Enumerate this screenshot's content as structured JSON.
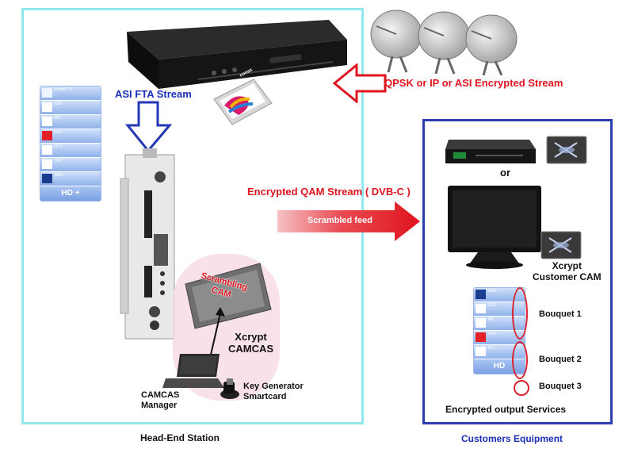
{
  "labels": {
    "asi_fta": "ASI FTA Stream",
    "qpsk": "QPSK or IP or ASI Encrypted Stream",
    "encrypted_qam": "Encrypted QAM Stream ( DVB-C )",
    "scrambled_feed": "Scrambled feed",
    "or": "or",
    "scrambling_cam": "Scrambling CAM",
    "xcrypt_camcas": [
      "Xcrypt",
      "CAMCAS"
    ],
    "camcas_manager": [
      "CAMCAS",
      "Manager"
    ],
    "key_generator": [
      "Key Generator",
      "Smartcard"
    ],
    "xcrypt_customer_cam": [
      "Xcrypt",
      "Customer CAM"
    ],
    "bouquet1": "Bouquet 1",
    "bouquet2": "Bouquet 2",
    "bouquet3": "Bouquet 3",
    "encrypted_output": "Encrypted output Services",
    "head_end_station": "Head-End Station",
    "customers_equipment": "Customers Equipment",
    "hd_badge": "HD",
    "hd_plus": "HD +",
    "conax": "conax"
  },
  "left_channels": [
    {
      "name": "Kinder TV"
    },
    {
      "name": "ZDF"
    },
    {
      "name": "BR"
    },
    {
      "name": "Pro7"
    },
    {
      "name": "RTL"
    },
    {
      "name": "TNT"
    },
    {
      "name": "ARD"
    }
  ],
  "right_channels": [
    {
      "name": "ARD"
    },
    {
      "name": "ZDF"
    },
    {
      "name": "BR"
    },
    {
      "name": "Pro7"
    },
    {
      "name": "RTL"
    }
  ],
  "colors": {
    "headend_border": "#8fe8ee",
    "customer_border": "#2d3fb0",
    "label_blue": "#1a2fb8",
    "label_red": "#e0141e",
    "arrow_red": "#e0141e"
  }
}
